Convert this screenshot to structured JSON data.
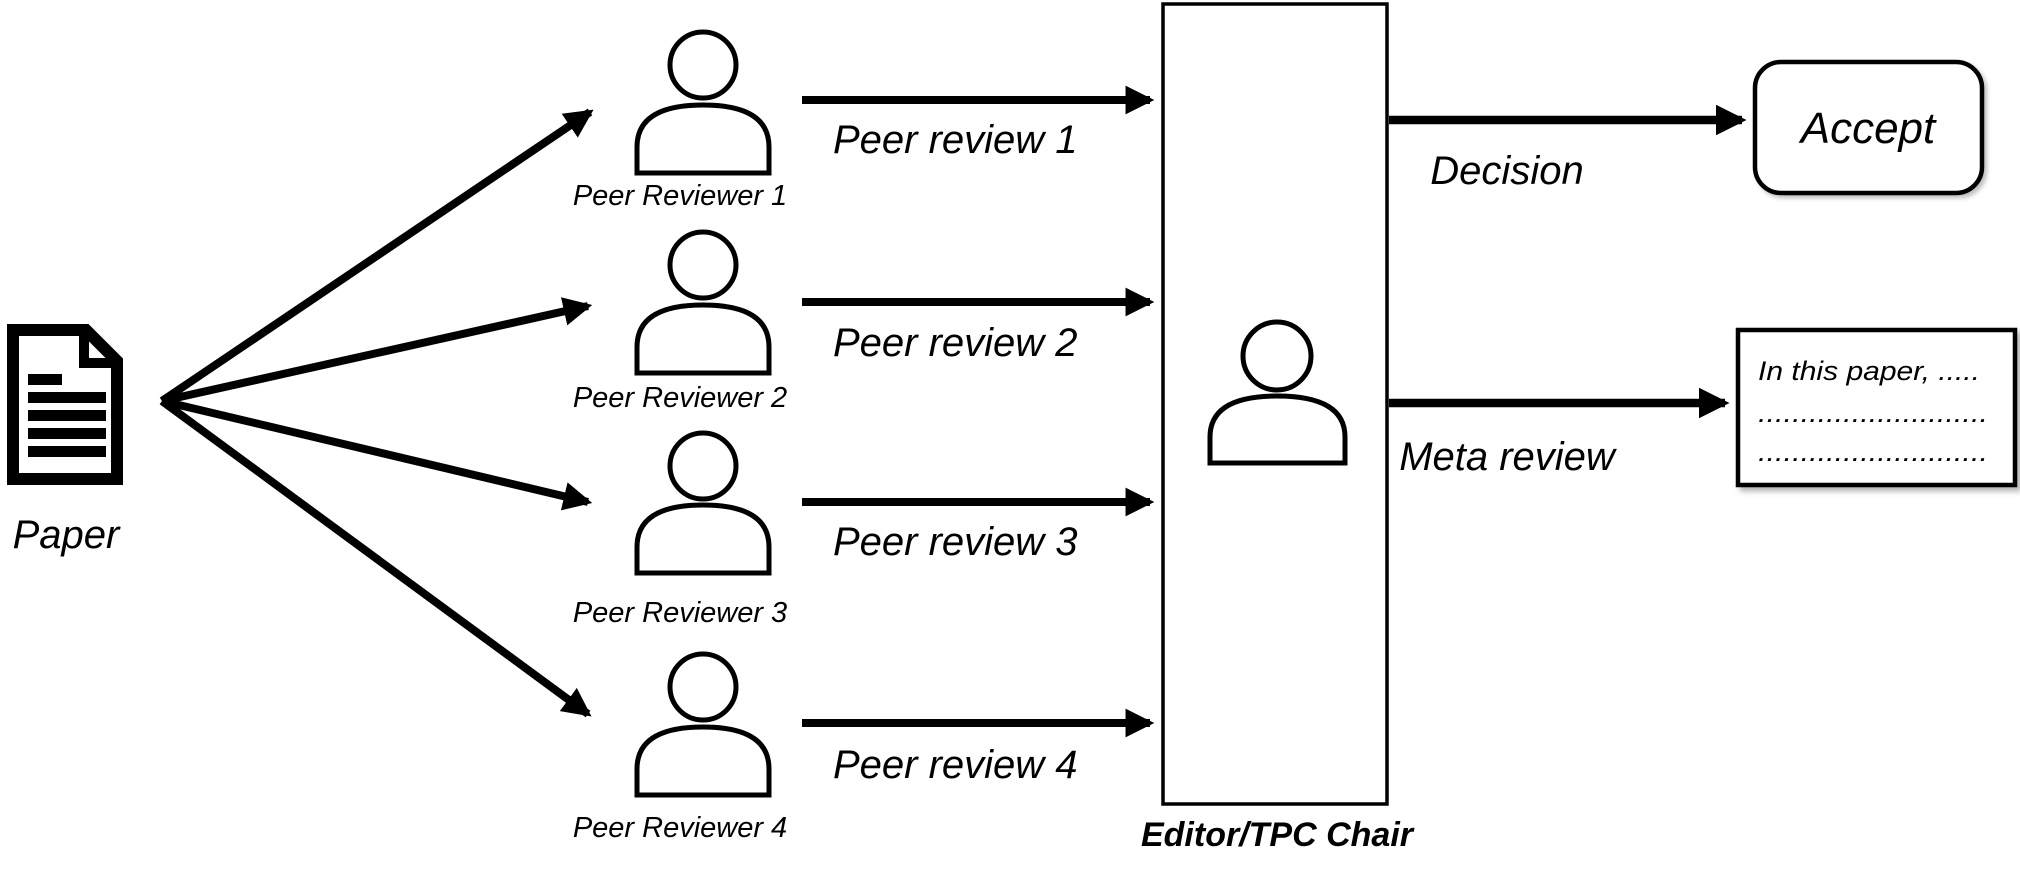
{
  "paper": {
    "label": "Paper"
  },
  "reviewers": [
    {
      "name": "Peer Reviewer 1",
      "review": "Peer review 1"
    },
    {
      "name": "Peer Reviewer 2",
      "review": "Peer review 2"
    },
    {
      "name": "Peer Reviewer 3",
      "review": "Peer review 3"
    },
    {
      "name": "Peer Reviewer 4",
      "review": "Peer review 4"
    }
  ],
  "editor": {
    "label": "Editor/TPC Chair"
  },
  "outputs": {
    "decision_label": "Decision",
    "decision_value": "Accept",
    "meta_label": "Meta review",
    "meta_lines": [
      "In this paper, .....",
      "...........................",
      "..........................."
    ]
  },
  "colors": {
    "ink": "#000000",
    "background": "#ffffff"
  }
}
